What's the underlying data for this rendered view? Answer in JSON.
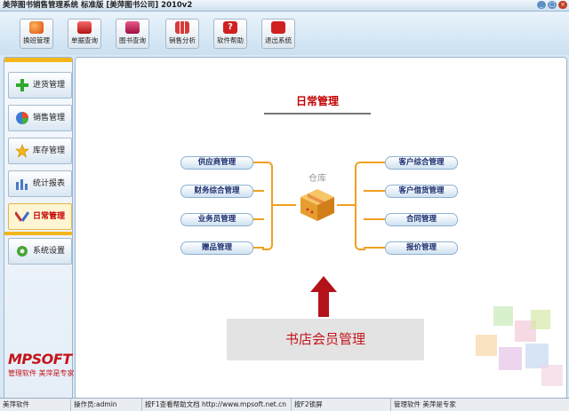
{
  "window": {
    "title": "美萍图书销售管理系统 标准版 [美萍图书公司] 2010v2"
  },
  "toolbar": {
    "buttons": [
      {
        "label": "换班管理",
        "icon": "people-icon"
      },
      {
        "label": "单据查询",
        "icon": "notebook-icon"
      },
      {
        "label": "图书查询",
        "icon": "books-icon"
      },
      {
        "label": "销售分析",
        "icon": "bar-chart-icon"
      },
      {
        "label": "软件帮助",
        "icon": "help-icon"
      },
      {
        "label": "退出系统",
        "icon": "exit-icon"
      }
    ]
  },
  "sidebar": {
    "items": [
      {
        "label": "进货管理",
        "icon": "plus-icon"
      },
      {
        "label": "销售管理",
        "icon": "globe-icon"
      },
      {
        "label": "库存管理",
        "icon": "star-icon"
      },
      {
        "label": "统计报表",
        "icon": "report-icon"
      },
      {
        "label": "日常管理",
        "icon": "tools-icon",
        "active": true
      },
      {
        "label": "系统设置",
        "icon": "gear-icon"
      }
    ],
    "logo": "MPSOFT",
    "logo_sub": "管理软件 美萍是专家"
  },
  "main": {
    "title": "日常管理",
    "left_items": [
      "供应商管理",
      "财务综合管理",
      "业务员管理",
      "赠品管理"
    ],
    "right_items": [
      "客户综合管理",
      "客户借货管理",
      "合同管理",
      "报价管理"
    ],
    "hub_label": "仓库",
    "banner": "书店会员管理"
  },
  "statusbar": {
    "app": "美萍软件",
    "operator": "操作员:admin",
    "help": "按F1查看帮助文档 http://www.mpsoft.net.cn",
    "lock": "按F2锁屏",
    "slogan": "管理软件 美萍是专家"
  },
  "colors": {
    "accent": "#f0a020",
    "brand_red": "#c4141c",
    "title_red": "#c20000"
  }
}
